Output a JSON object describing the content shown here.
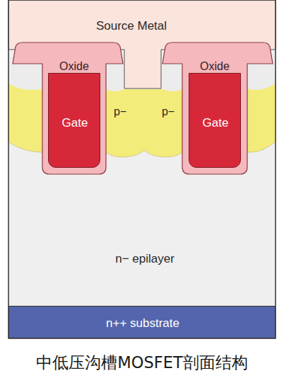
{
  "diagram": {
    "caption": "中低压沟槽MOSFET剖面结构",
    "nodes": [
      {
        "text": [
          "Source Metal"
        ]
      },
      {
        "text": [
          "Oxide"
        ]
      },
      {
        "text": [
          "Gate"
        ],
        "in": 1
      },
      {
        "text": [
          "Oxide"
        ]
      },
      {
        "text": [
          "Gate"
        ],
        "in": 3
      },
      {
        "text": [
          "p−"
        ]
      },
      {
        "text": [
          "p−"
        ]
      },
      {
        "text": [
          "n− epilayer"
        ]
      },
      {
        "text": [
          "n++ substrate"
        ]
      }
    ]
  }
}
